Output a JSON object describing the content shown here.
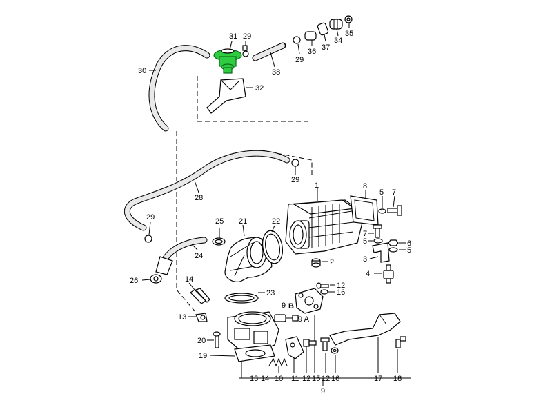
{
  "callouts": {
    "c1": "1",
    "c2": "2",
    "c3": "3",
    "c4": "4",
    "c5a": "5",
    "c5b": "5",
    "c6": "6",
    "c7a": "7",
    "c7b": "7",
    "c8": "8",
    "c9a": "9",
    "c9b": "9",
    "c9A": "9 A",
    "c9B": "B",
    "c10": "10",
    "c11": "11",
    "c12a": "12",
    "c12b": "12",
    "c12c": "12",
    "c13a": "13",
    "c13b": "13",
    "c14a": "14",
    "c14b": "14",
    "c15": "15",
    "c16a": "16",
    "c16b": "16",
    "c17": "17",
    "c18": "18",
    "c19": "19",
    "c20": "20",
    "c21": "21",
    "c22": "22",
    "c23": "23",
    "c24": "24",
    "c25": "25",
    "c26": "26",
    "c28": "28",
    "c29a": "29",
    "c29b": "29",
    "c29c": "29",
    "c29d": "29",
    "c30": "30",
    "c31": "31",
    "c32": "32",
    "c34": "34",
    "c35": "35",
    "c36": "36",
    "c37": "37",
    "c38": "38"
  },
  "highlight": {
    "part": "31",
    "color": "#2ecc40"
  }
}
